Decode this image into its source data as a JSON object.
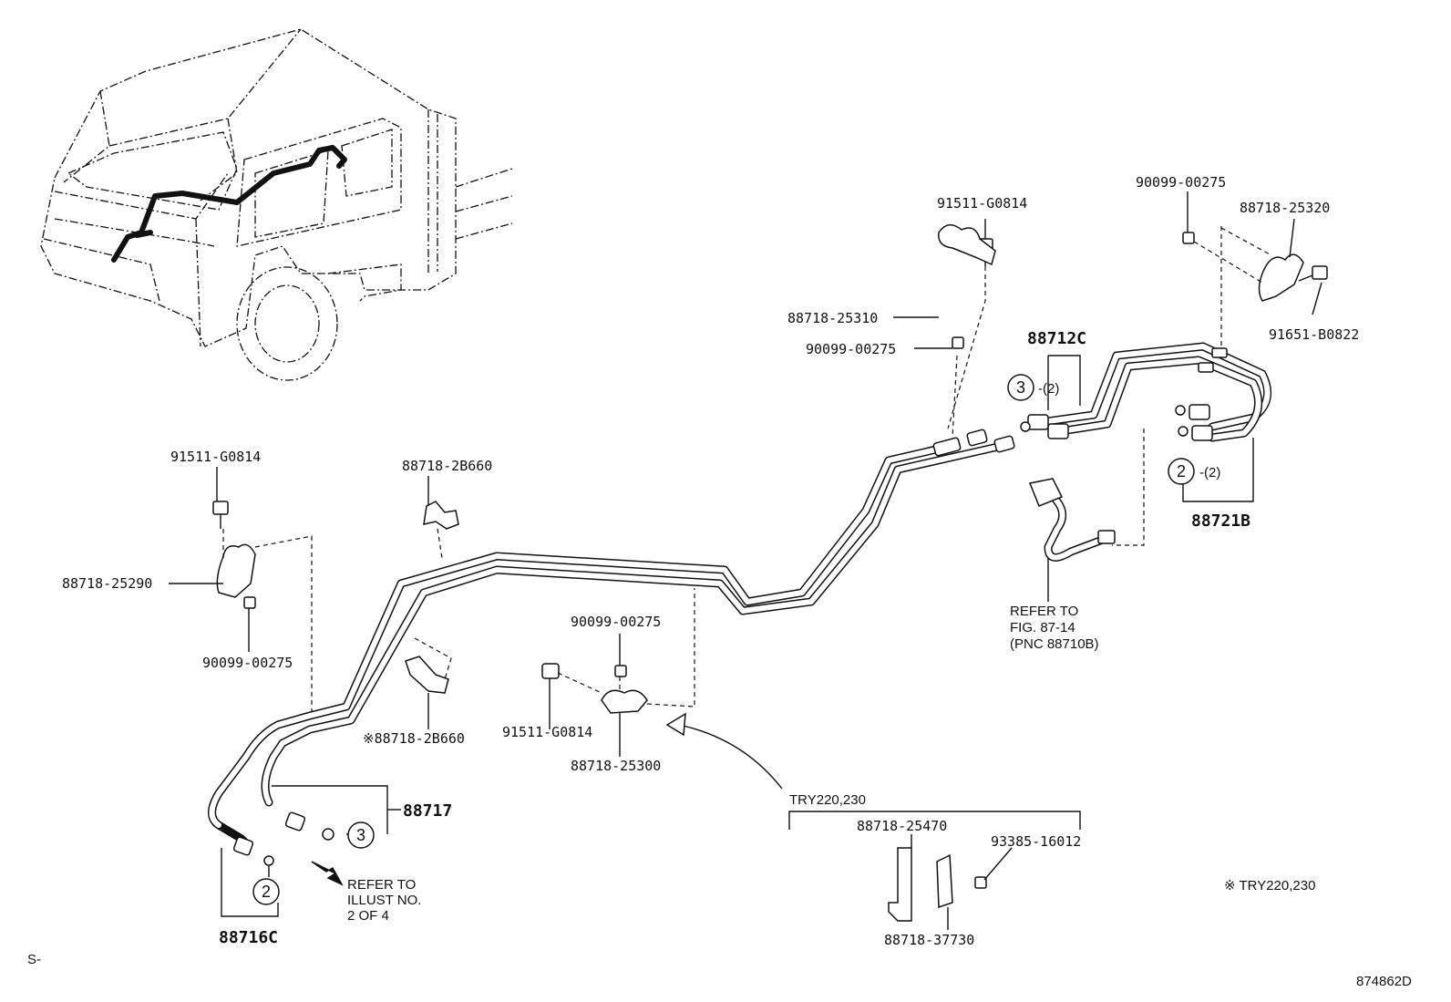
{
  "labels": {
    "p_91511_top": "91511-G0814",
    "p_88718_25310": "88718-25310",
    "p_90099_mid": "90099-00275",
    "p_88712c": "88712C",
    "p_90099_tr": "90099-00275",
    "p_88718_25320": "88718-25320",
    "p_91651": "91651-B0822",
    "p_88721b": "88721B",
    "p_91511_left": "91511-G0814",
    "p_88718_25290": "88718-25290",
    "p_90099_left": "90099-00275",
    "p_88718_2b660_top": "88718-2B660",
    "p_88718_2b660_star": "※88718-2B660",
    "p_90099_center": "90099-00275",
    "p_91511_center": "91511-G0814",
    "p_88718_25300": "88718-25300",
    "p_88717": "88717",
    "p_88716c": "88716C",
    "try_header": "TRY220,230",
    "p_88718_25470": "88718-25470",
    "p_93385": "93385-16012",
    "p_88718_37730": "88718-37730",
    "note_try": "※ TRY220,230",
    "corner_s": "S-",
    "figure_code": "874862D"
  },
  "circles": {
    "c3_top": "3",
    "c2_right": "2",
    "c3_bottom": "3",
    "c2_bottom": "2"
  },
  "qty": {
    "q_top": "-(2)",
    "q_right": "-(2)"
  },
  "refer_fig": [
    "REFER TO",
    "FIG. 87-14",
    "(PNC 88710B)"
  ],
  "refer_illust": [
    "REFER TO",
    "ILLUST NO.",
    "2 OF 4"
  ]
}
